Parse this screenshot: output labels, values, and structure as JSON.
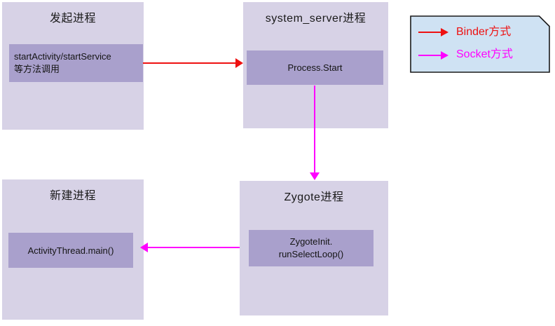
{
  "diagram": {
    "panels": [
      {
        "title": "发起进程",
        "lines": [
          "startActivity/startService",
          "等方法调用"
        ]
      },
      {
        "title": "system_server进程",
        "lines": [
          "Process.Start"
        ]
      },
      {
        "title": "新建进程",
        "lines": [
          "ActivityThread.main()"
        ]
      },
      {
        "title": "Zygote进程",
        "lines": [
          "ZygoteInit.",
          "runSelectLoop()"
        ]
      }
    ],
    "arrows": [
      {
        "type": "binder",
        "from": "startActivity/startService 等方法调用",
        "to": "Process.Start"
      },
      {
        "type": "socket",
        "from": "Process.Start",
        "to": "Zygote进程"
      },
      {
        "type": "socket",
        "from": "ZygoteInit.runSelectLoop()",
        "to": "ActivityThread.main()"
      }
    ],
    "legend": {
      "items": [
        {
          "label": "Binder方式",
          "color": "#ee1111"
        },
        {
          "label": "Socket方式",
          "color": "#ff00ff"
        }
      ]
    },
    "colors": {
      "panel_bg": "#d7d2e6",
      "inner_box_bg": "#a9a0cc",
      "binder_red": "#ee1111",
      "socket_magenta": "#ff00ff",
      "legend_bg": "#cfe2f3",
      "text": "#1a1a1a"
    }
  }
}
